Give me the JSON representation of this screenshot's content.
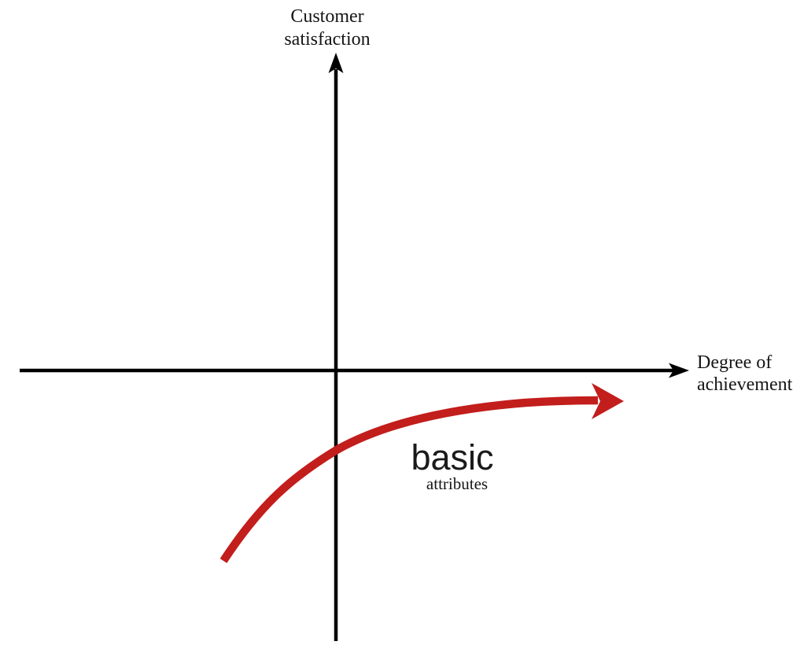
{
  "diagram": {
    "type": "kano-model-basic-attributes-curve",
    "background_color": "#ffffff"
  },
  "axes": {
    "color": "#000000",
    "y_axis": {
      "label_line1": "Customer",
      "label_line2": "satisfaction"
    },
    "x_axis": {
      "label_line1": "Degree of",
      "label_line2": "achievement"
    }
  },
  "curve": {
    "label": "basic",
    "sublabel": "attributes",
    "color": "#c21e1c"
  }
}
